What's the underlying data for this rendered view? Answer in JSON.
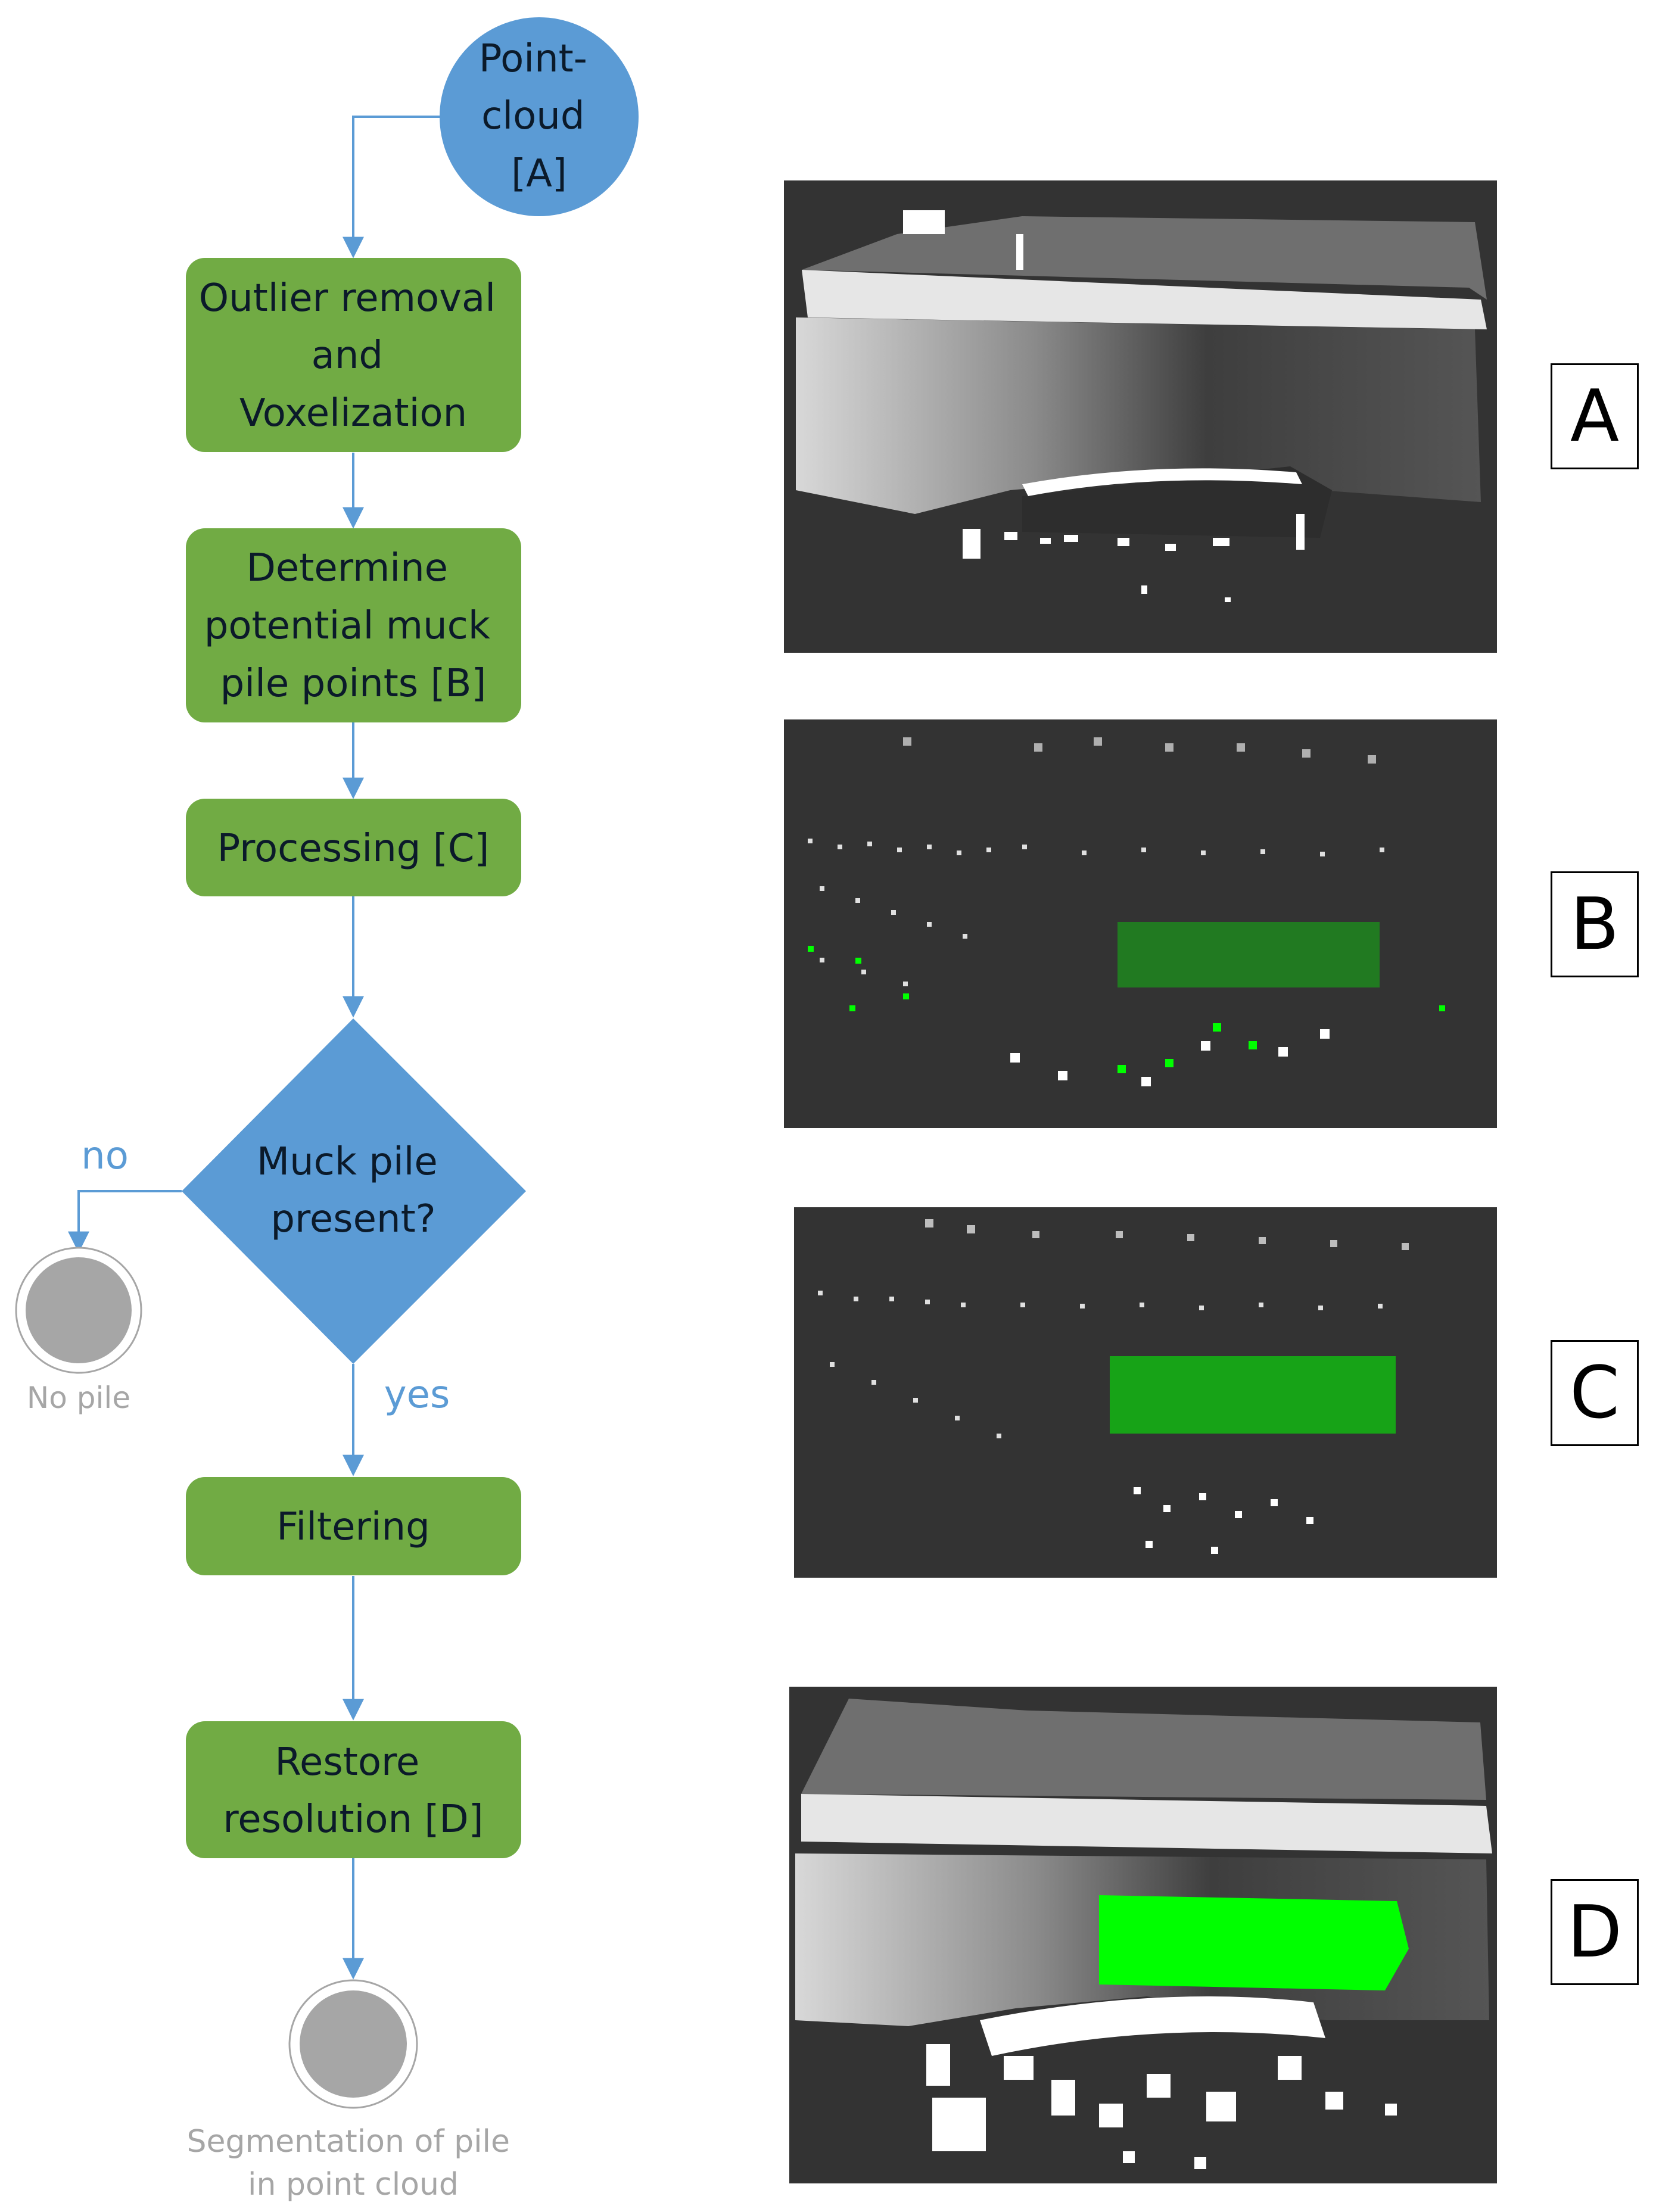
{
  "colors": {
    "node_green": "#71ab44",
    "node_blue": "#5b9bd5",
    "arrow": "#5b9bd5",
    "terminal_gray": "#a6a6a6",
    "panel_bg": "#333333",
    "highlight": "#00ff00"
  },
  "flow": {
    "start": {
      "lines": [
        "Point-",
        "cloud",
        "[A]"
      ]
    },
    "step1": {
      "lines": [
        "Outlier removal",
        "and",
        "Voxelization"
      ]
    },
    "step2": {
      "lines": [
        "Determine",
        "potential muck",
        "pile points [B]"
      ]
    },
    "step3": {
      "lines": [
        "Processing [C]"
      ]
    },
    "decision": {
      "lines": [
        "Muck pile",
        "present?"
      ]
    },
    "branch_no": "no",
    "branch_yes": "yes",
    "end_no": "No pile",
    "step4": {
      "lines": [
        "Filtering"
      ]
    },
    "step5": {
      "lines": [
        "Restore",
        "resolution [D]"
      ]
    },
    "end_yes": {
      "lines": [
        "Segmentation of pile",
        "in point cloud"
      ]
    }
  },
  "panels": {
    "a": {
      "tag": "A"
    },
    "b": {
      "tag": "B"
    },
    "c": {
      "tag": "C"
    },
    "d": {
      "tag": "D"
    }
  }
}
